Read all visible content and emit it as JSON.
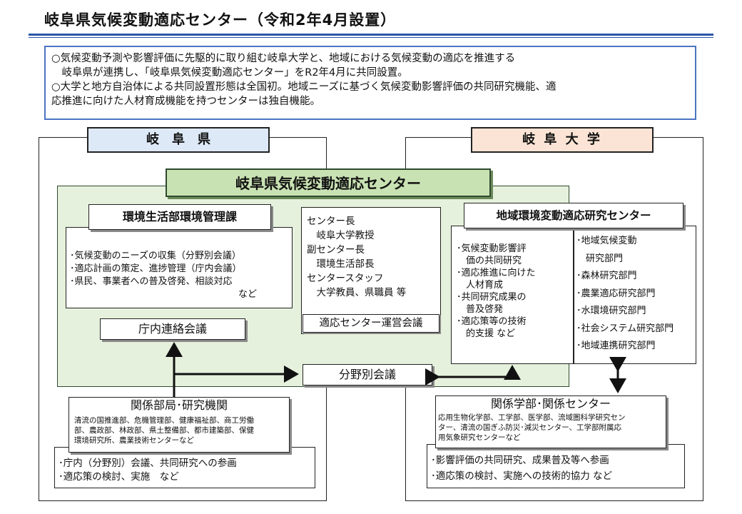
{
  "page": {
    "title": "岐阜県気候変動適応センター（令和2年4月設置）"
  },
  "summary": {
    "lines": [
      "○気候変動予測や影響評価に先駆的に取り組む岐阜大学と、地域における気候変動の適応を推進する",
      "　岐阜県が連携し、「岐阜県気候変動適応センター」をR2年4月に共同設置。",
      "○大学と地方自治体による共同設置形態は全国初。地域ニーズに基づく気候変動影響評価の共同研究機能、適",
      "応推進に向けた人材育成機能を持つセンターは独自機能。"
    ]
  },
  "gifu_pref": {
    "label": "岐　阜　県"
  },
  "gifu_univ": {
    "label": "岐 阜 大 学"
  },
  "center": {
    "label": "岐阜県気候変動適応センター"
  },
  "env_division": {
    "title": "環境生活部環境管理課",
    "items": [
      "･気候変動のニーズの収集（分野別会議）",
      "･適応計画の策定、進捗管理（庁内会議）",
      "･県民、事業者への普及啓発、相談対応",
      "など"
    ]
  },
  "staff": {
    "lines": [
      "センター長",
      "　岐阜大学教授",
      "副センター長",
      "　環境生活部長",
      "センタースタッフ",
      "　大学教員、県職員 等"
    ]
  },
  "operating_council": {
    "label": "適応センター運営会議"
  },
  "interagency_council": {
    "label": "庁内連絡会議"
  },
  "sector_council": {
    "label": "分野別会議"
  },
  "regional_center": {
    "title": "地域環境変動適応研究センター",
    "functions": [
      "･気候変動影響評",
      "　価の共同研究",
      "･適応推進に向けた",
      "　人材育成",
      "･共同研究成果の",
      "　普及啓発",
      "･適応策等の技術",
      "　的支援  など"
    ],
    "departments": [
      "･地域気候変動",
      "　研究部門",
      "･森林研究部門",
      "･農業適応研究部門",
      "･水環境研究部門",
      "･社会システム研究部門",
      "･地域連携研究部門"
    ]
  },
  "related_depts": {
    "title": "関係部局･研究機関",
    "detail": [
      "清流の国推進部、危機管理部、健康福祉部、商工労働",
      "部、農政部、林政部、県土整備部、都市建築部、保健",
      "環境研究所、農業技術センターなど"
    ],
    "roles": [
      "･庁内（分野別）会議、共同研究への参画",
      "･適応策の検討、実施　など"
    ]
  },
  "related_faculties": {
    "title": "関係学部･関係センター",
    "detail": [
      "応用生物化学部、工学部、医学部、流域圏科学研究セン",
      "ター、清流の国ぎふ防災･減災センター、工学部附属応",
      "用気象研究センターなど"
    ],
    "roles": [
      "･影響評価の共同研究、成果普及等へ参画",
      "･適応策の検討、実施への技術的協力 など"
    ]
  },
  "colors": {
    "title_rule": "#2a57a8",
    "summary_border": "#4a74c2",
    "pref_fill": "#dde9f7",
    "univ_fill": "#fbe4d5",
    "center_fill": "#e6f1dd",
    "center_title_fill": "#c9e2b3"
  }
}
